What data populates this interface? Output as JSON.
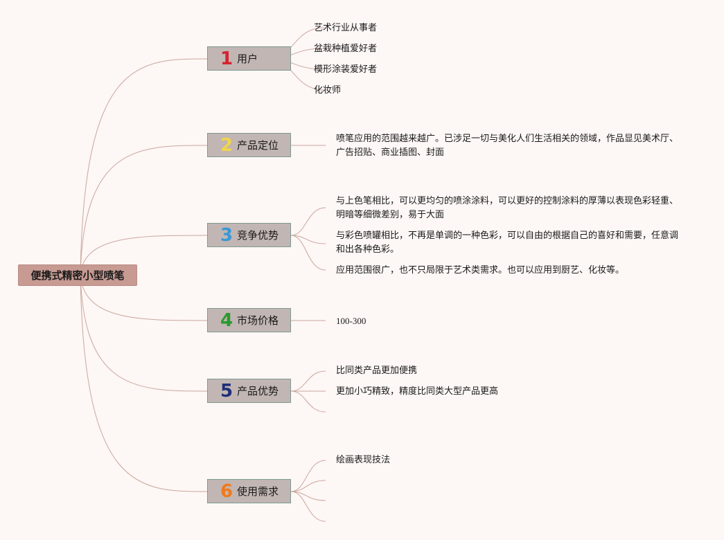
{
  "root": {
    "label": "便携式精密小型喷笔"
  },
  "branches": [
    {
      "num": "1",
      "label": "用户",
      "color": "#d6232f",
      "leaves": [
        "艺术行业从事者",
        "盆栽种植爱好者",
        "模形涂装爱好者",
        "化妆师"
      ]
    },
    {
      "num": "2",
      "label": "产品定位",
      "color": "#f2d54a",
      "leaves": [
        "喷笔应用的范围越来越广。已涉足一切与美化人们生活相关的领域，作品显见美术厅、广告招贴、商业插图、封面"
      ]
    },
    {
      "num": "3",
      "label": "竞争优势",
      "color": "#3a98d6",
      "leaves": [
        "与上色笔相比，可以更均匀的喷涂涂料，可以更好的控制涂料的厚薄以表现色彩轻重、明暗等细微差别，易于大面",
        "与彩色喷罐相比，不再是单调的一种色彩，可以自由的根据自己的喜好和需要，任意调和出各种色彩。",
        "应用范围很广，也不只局限于艺术类需求。也可以应用到厨艺、化妆等。"
      ]
    },
    {
      "num": "4",
      "label": "市场价格",
      "color": "#2a9a2e",
      "leaves": [
        "100-300"
      ]
    },
    {
      "num": "5",
      "label": "产品优势",
      "color": "#1f2f7a",
      "leaves": [
        "比同类产品更加便携",
        "更加小巧精致，精度比同类大型产品更高",
        ""
      ]
    },
    {
      "num": "6",
      "label": "使用需求",
      "color": "#f07a1c",
      "leaves": [
        "绘画表现技法",
        "",
        ""
      ]
    }
  ],
  "colors": {
    "link": "#c9a79d",
    "background": "#fdf7f5"
  }
}
